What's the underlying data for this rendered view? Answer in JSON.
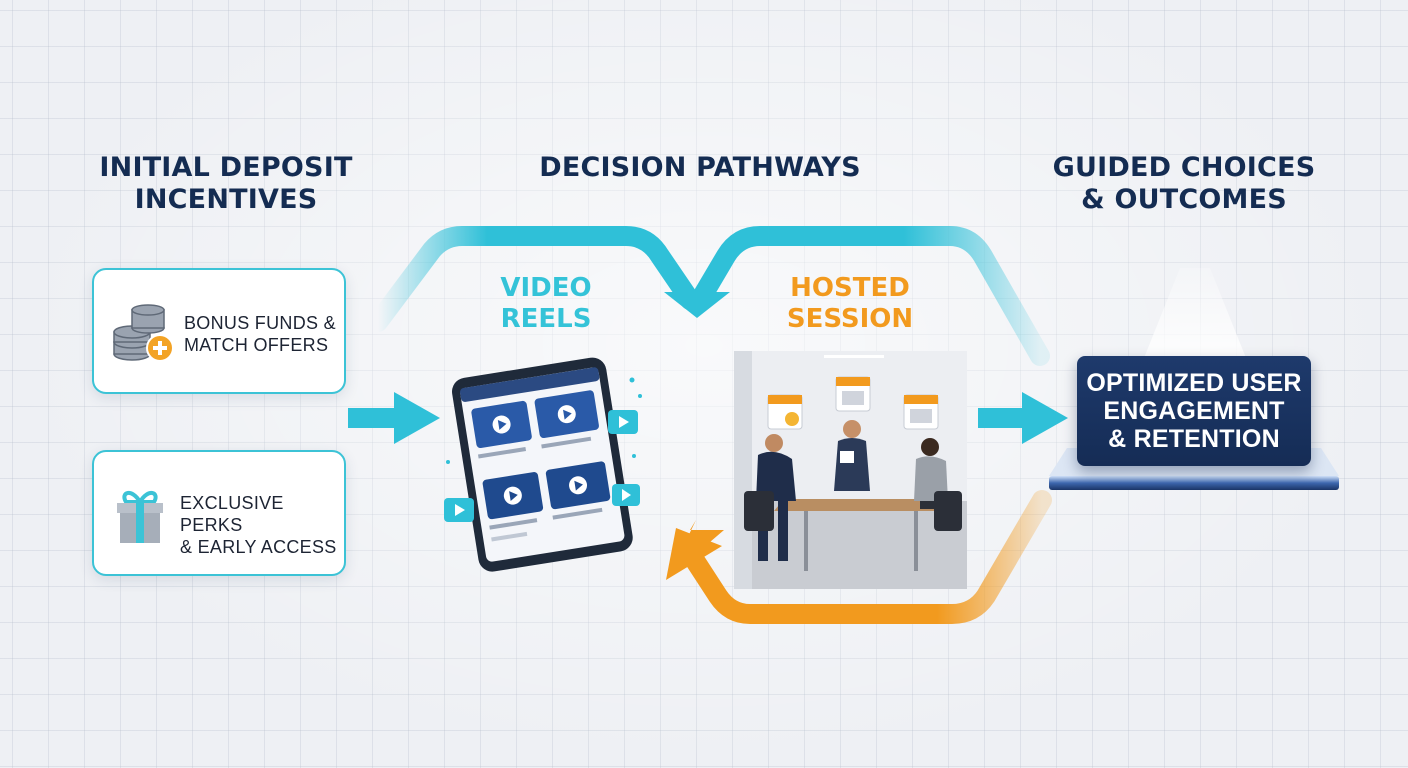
{
  "headings": {
    "left_line1": "INITIAL DEPOSIT",
    "left_line2": "INCENTIVES",
    "center": "DECISION PATHWAYS",
    "right_line1": "GUIDED CHOICES",
    "right_line2": "& OUTCOMES"
  },
  "incentives": [
    {
      "line1": "BONUS FUNDS &",
      "line2": "MATCH OFFERS",
      "icon": "coins-plus-icon"
    },
    {
      "line1": "EXCLUSIVE PERKS",
      "line2": "& EARLY ACCESS",
      "icon": "gift-icon"
    }
  ],
  "pathways": {
    "video_line1": "VIDEO",
    "video_line2": "REELS",
    "hosted_line1": "HOSTED",
    "hosted_line2": "SESSION"
  },
  "outcome": {
    "line1": "OPTIMIZED USER",
    "line2": "ENGAGEMENT",
    "line3": "& RETENTION"
  },
  "colors": {
    "navy": "#142c52",
    "cyan": "#2fc0d8",
    "orange": "#f29a1e",
    "card_border": "#3cc3d6"
  }
}
